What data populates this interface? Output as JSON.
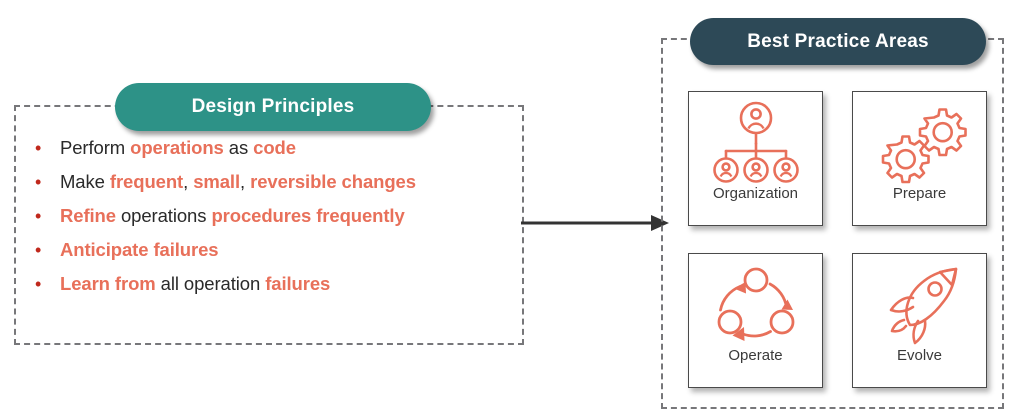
{
  "colors": {
    "teal": "#2d9287",
    "navy": "#2d4957",
    "coral": "#e8705a",
    "bullet_red": "#c0281c",
    "text_dark": "#2a2a2a",
    "dashed_border": "#77777a",
    "arrow": "#333333"
  },
  "design_principles": {
    "title": "Design Principles",
    "bullet_glyph": "•",
    "items": [
      {
        "segments": [
          {
            "text": "Perform ",
            "emphasis": false
          },
          {
            "text": "operations",
            "emphasis": true
          },
          {
            "text": " as ",
            "emphasis": false
          },
          {
            "text": "code",
            "emphasis": true
          }
        ]
      },
      {
        "segments": [
          {
            "text": "Make ",
            "emphasis": false
          },
          {
            "text": "frequent",
            "emphasis": true
          },
          {
            "text": ", ",
            "emphasis": false
          },
          {
            "text": "small",
            "emphasis": true
          },
          {
            "text": ", ",
            "emphasis": false
          },
          {
            "text": "reversible changes",
            "emphasis": true
          }
        ]
      },
      {
        "segments": [
          {
            "text": "Refine",
            "emphasis": true
          },
          {
            "text": " operations ",
            "emphasis": false
          },
          {
            "text": "procedures frequently",
            "emphasis": true
          }
        ]
      },
      {
        "segments": [
          {
            "text": "Anticipate failures",
            "emphasis": true
          }
        ]
      },
      {
        "segments": [
          {
            "text": "Learn from",
            "emphasis": true
          },
          {
            "text": " all operation ",
            "emphasis": false
          },
          {
            "text": "failures",
            "emphasis": true
          }
        ]
      }
    ]
  },
  "connector": {
    "icon": "right-arrow-icon",
    "direction": "left-to-right"
  },
  "best_practice_areas": {
    "title": "Best Practice Areas",
    "tiles": [
      {
        "label": "Organization",
        "icon": "org-chart-icon"
      },
      {
        "label": "Prepare",
        "icon": "gears-icon"
      },
      {
        "label": "Operate",
        "icon": "cycle-loop-icon"
      },
      {
        "label": "Evolve",
        "icon": "rocket-icon"
      }
    ]
  }
}
